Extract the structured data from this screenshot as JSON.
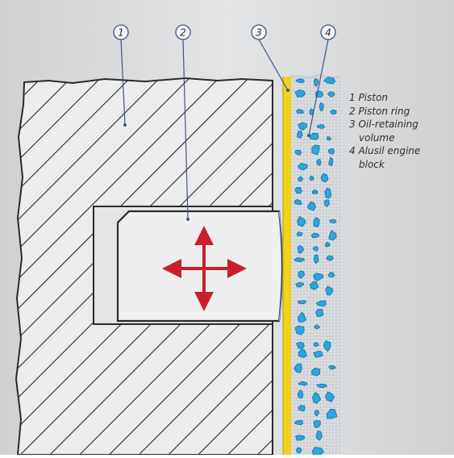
{
  "diagram": {
    "callouts": [
      {
        "id": "1",
        "label": "1"
      },
      {
        "id": "2",
        "label": "2"
      },
      {
        "id": "3",
        "label": "3"
      },
      {
        "id": "4",
        "label": "4"
      }
    ],
    "legend": {
      "line1": "1 Piston",
      "line2": "2 Piston ring",
      "line3": "3 Oil-retaining",
      "line4": "volume",
      "line5": "4 Alusil engine",
      "line6": "block"
    },
    "colors": {
      "background": "#d6d8da",
      "piston_fill": "#ececec",
      "hatch": "#2a2a2a",
      "oil_film": "#f2d21b",
      "block_fill": "#d9dcdf",
      "grains": "#2aa6e0",
      "arrows": "#c8202a",
      "callout_line": "#3b5a86"
    },
    "icons": [
      "four-way-arrow-icon"
    ]
  }
}
